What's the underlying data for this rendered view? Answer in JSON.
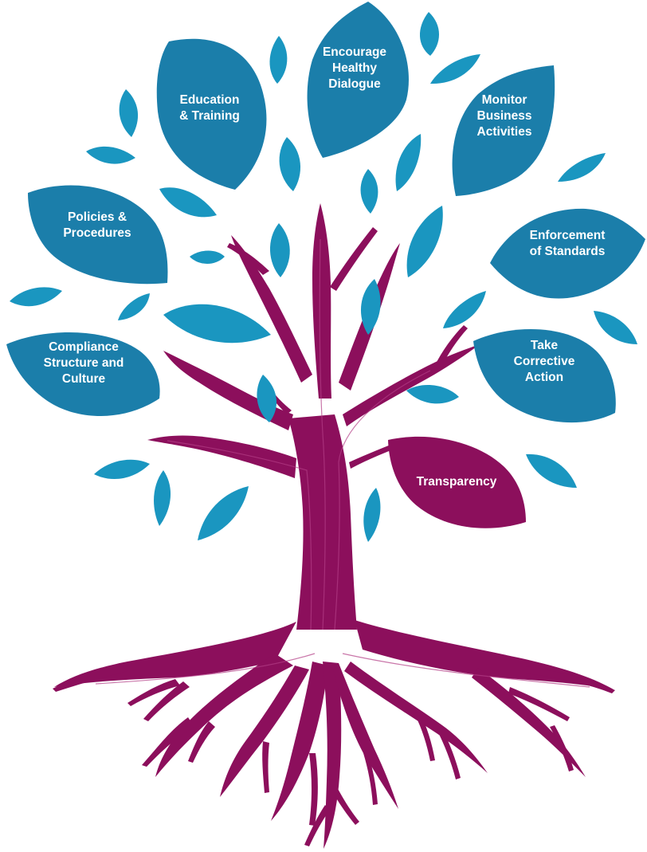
{
  "colors": {
    "leaf_blue": "#1b7eaa",
    "leaf_small": "#1a96c0",
    "trunk_purple": "#8c0f5c",
    "trunk_highlight": "#b33d86",
    "label_text": "#ffffff"
  },
  "leaves": [
    {
      "id": "education",
      "lines": [
        "Education",
        "& Training"
      ],
      "color": "blue"
    },
    {
      "id": "dialogue",
      "lines": [
        "Encourage",
        "Healthy",
        "Dialogue"
      ],
      "color": "blue"
    },
    {
      "id": "monitor",
      "lines": [
        "Monitor",
        "Business",
        "Activities"
      ],
      "color": "blue"
    },
    {
      "id": "policies",
      "lines": [
        "Policies &",
        "Procedures"
      ],
      "color": "blue"
    },
    {
      "id": "enforcement",
      "lines": [
        "Enforcement",
        "of Standards"
      ],
      "color": "blue"
    },
    {
      "id": "compliance",
      "lines": [
        "Compliance",
        "Structure and",
        "Culture"
      ],
      "color": "blue"
    },
    {
      "id": "corrective",
      "lines": [
        "Take",
        "Corrective",
        "Action"
      ],
      "color": "blue"
    },
    {
      "id": "transparency",
      "lines": [
        "Transparency"
      ],
      "color": "purple"
    }
  ]
}
